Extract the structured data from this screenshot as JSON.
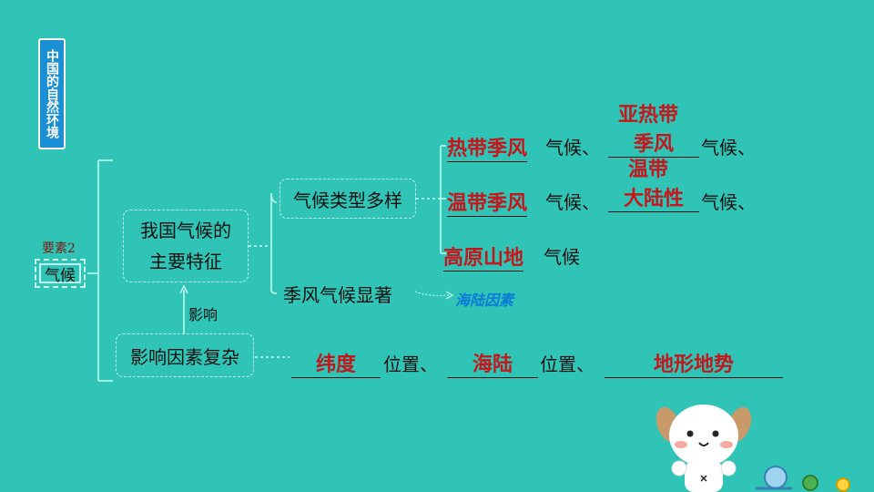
{
  "sidebar": {
    "title": "中国的自然环境"
  },
  "node": {
    "tag": "要素2",
    "label": "气候"
  },
  "main_feature": {
    "line1": "我国气候的",
    "line2": "主要特征"
  },
  "influence_label": "影响",
  "factor": {
    "label": "影响因素复杂"
  },
  "types": {
    "label": "气候类型多样",
    "row1": {
      "ans1": "热带季风",
      "t1": "气候、",
      "ans2_top": "亚热带",
      "ans2": "季风",
      "t2": "气候、"
    },
    "row2": {
      "ans2_top": "温带",
      "ans1": "温带季风",
      "t1": "气候、",
      "ans2": "大陆性",
      "t2": "气候、"
    },
    "row3": {
      "ans1": "高原山地",
      "t1": "气候"
    }
  },
  "monsoon": {
    "label": "季风气候显著",
    "note": "海陆因素"
  },
  "factor_row": {
    "a1": "纬度",
    "t1": "位置、",
    "a2": "海陆",
    "t2": "位置、",
    "a3": "地形地势"
  }
}
